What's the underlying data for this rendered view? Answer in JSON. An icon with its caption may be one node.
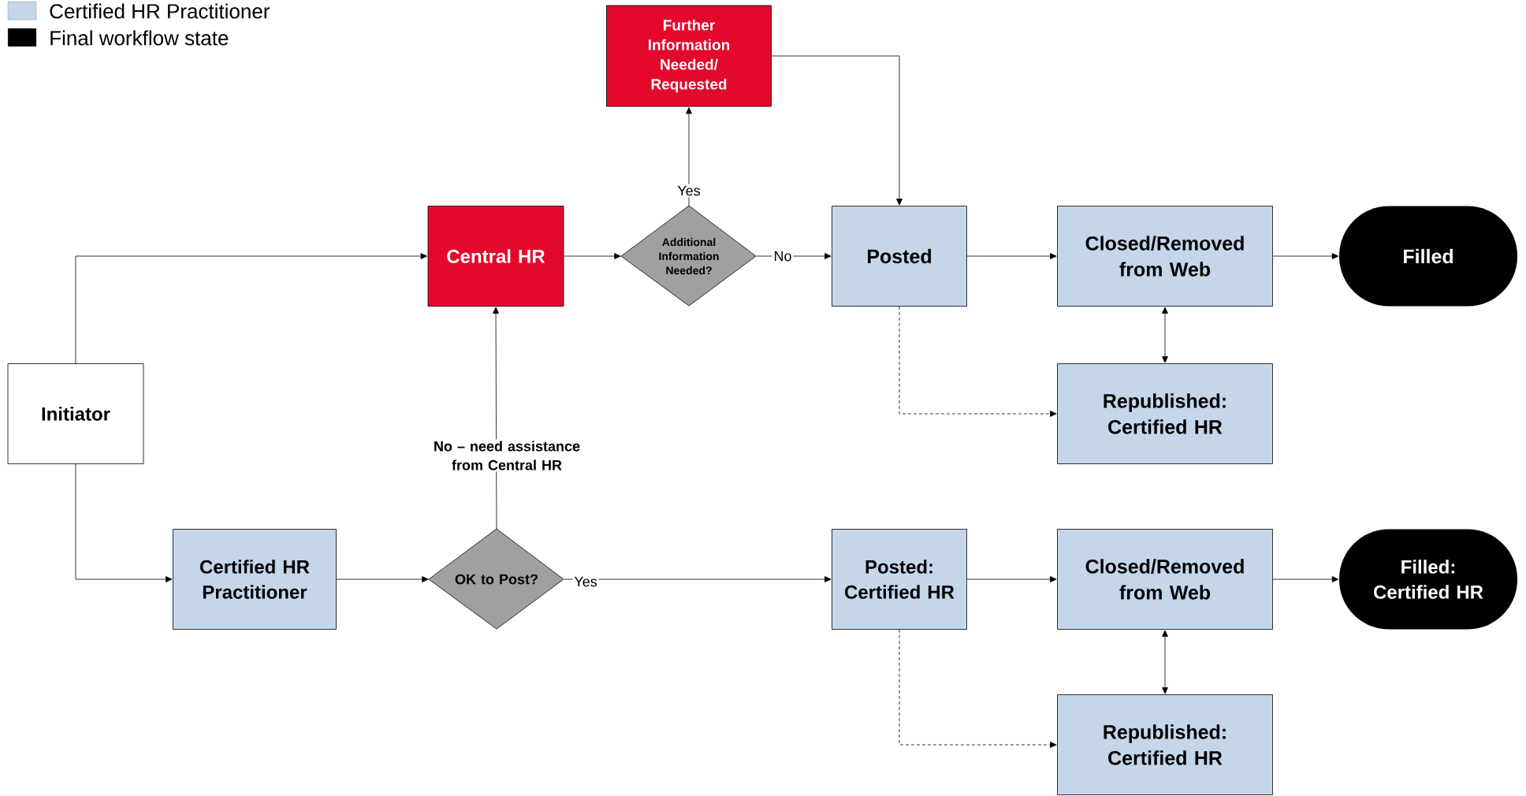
{
  "diagram": {
    "nodes": [
      {
        "text": [
          "Initiator"
        ]
      },
      {
        "text": [
          "Central HR"
        ]
      },
      {
        "text": [
          "Further Information Needed/ Requested"
        ]
      },
      {
        "text": [
          "Additional Information Needed?"
        ]
      },
      {
        "text": [
          "Posted"
        ]
      },
      {
        "text": [
          "Closed/Removed from Web"
        ]
      },
      {
        "text": [
          "Filled"
        ]
      },
      {
        "text": [
          "Republished: Certified HR"
        ]
      },
      {
        "text": [
          "Certified HR Practitioner"
        ]
      },
      {
        "text": [
          "OK to Post?"
        ]
      },
      {
        "text": [
          "Posted: Certified HR"
        ]
      },
      {
        "text": [
          "Closed/Removed from Web"
        ]
      },
      {
        "text": [
          "Filled: Certified HR"
        ]
      },
      {
        "text": [
          "Republished: Certified HR"
        ]
      }
    ],
    "edges": [
      {
        "from": 0,
        "to": 1,
        "arrow": "to"
      },
      {
        "from": 0,
        "to": 8,
        "arrow": "to"
      },
      {
        "from": 1,
        "to": 3,
        "arrow": "to"
      },
      {
        "from": 3,
        "to": 2,
        "arrow": "to",
        "label": "Yes"
      },
      {
        "from": 3,
        "to": 4,
        "arrow": "to",
        "label": "No"
      },
      {
        "from": 2,
        "to": 4,
        "arrow": "to"
      },
      {
        "from": 4,
        "to": 5,
        "arrow": "to"
      },
      {
        "from": 5,
        "to": 6,
        "arrow": "to"
      },
      {
        "from": 5,
        "to": 7,
        "arrow": "both"
      },
      {
        "from": 4,
        "to": 7,
        "arrow": "to",
        "style": "dashed"
      },
      {
        "from": 8,
        "to": 9,
        "arrow": "to"
      },
      {
        "from": 9,
        "to": 1,
        "arrow": "to",
        "label": "No – need assistance from Central HR"
      },
      {
        "from": 9,
        "to": 10,
        "arrow": "to",
        "label": "Yes"
      },
      {
        "from": 10,
        "to": 11,
        "arrow": "to"
      },
      {
        "from": 11,
        "to": 12,
        "arrow": "to"
      },
      {
        "from": 11,
        "to": 13,
        "arrow": "both"
      },
      {
        "from": 10,
        "to": 13,
        "arrow": "to",
        "style": "dashed"
      }
    ],
    "legend": [
      {
        "text": "Certified HR Practitioner",
        "color": "#c6d6ea"
      },
      {
        "text": "Final workflow state",
        "color": "#000000"
      }
    ]
  }
}
